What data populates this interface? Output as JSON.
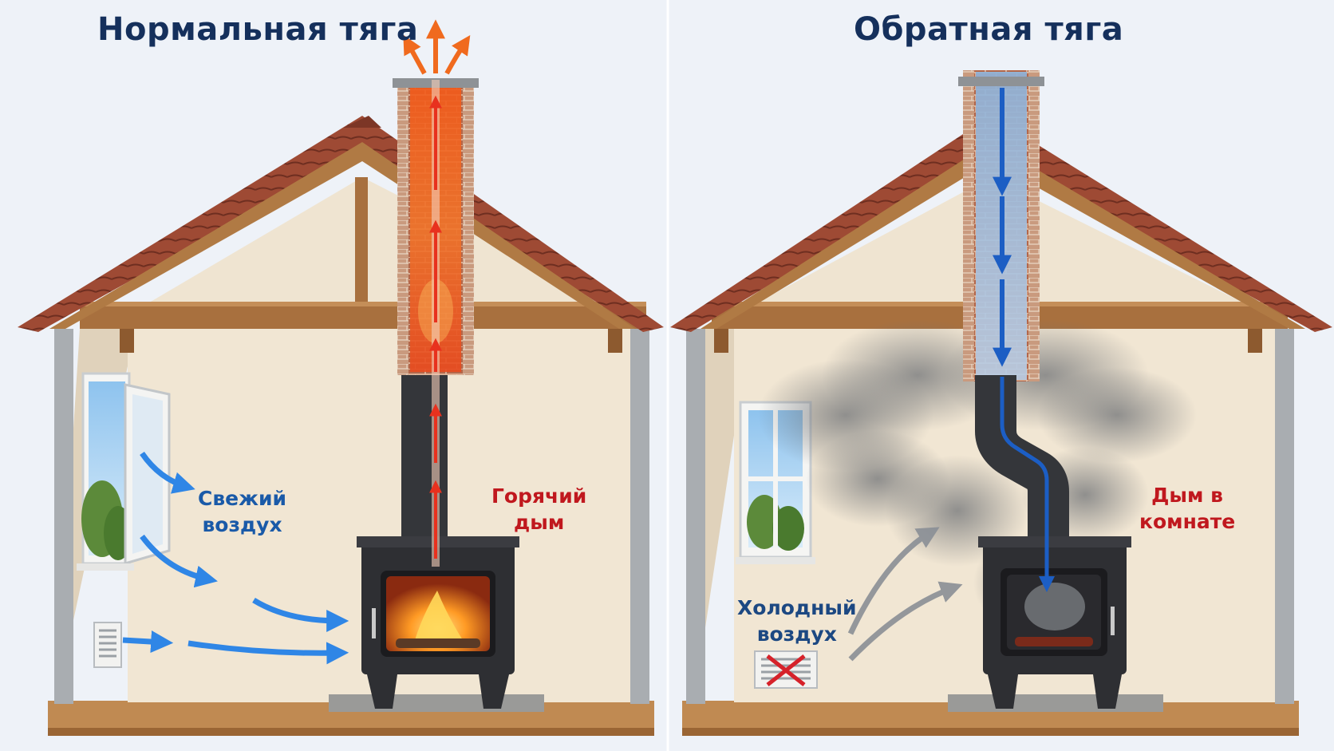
{
  "panels": {
    "normal": {
      "title": "Нормальная тяга",
      "label_fresh_1": "Свежий",
      "label_fresh_2": "воздух",
      "label_hot_1": "Горячий",
      "label_hot_2": "дым"
    },
    "reverse": {
      "title": "Обратная тяга",
      "label_cold_1": "Холодный",
      "label_cold_2": "воздух",
      "label_smoke_1": "Дым в",
      "label_smoke_2": "комнате"
    }
  },
  "colors": {
    "background": "#eef2f8",
    "title": "#15305c",
    "fresh_air": "#2f86e6",
    "hot_smoke": "#e84a1e",
    "cold_air": "#8a8f96",
    "reverse_flow": "#1c5ec4",
    "smoke": "#7a7d82",
    "brick": "#b4674a",
    "roof_tile": "#9e4a34",
    "wood": "#a8703e",
    "wall": "#f1e6d3",
    "stove": "#2e2f33"
  }
}
